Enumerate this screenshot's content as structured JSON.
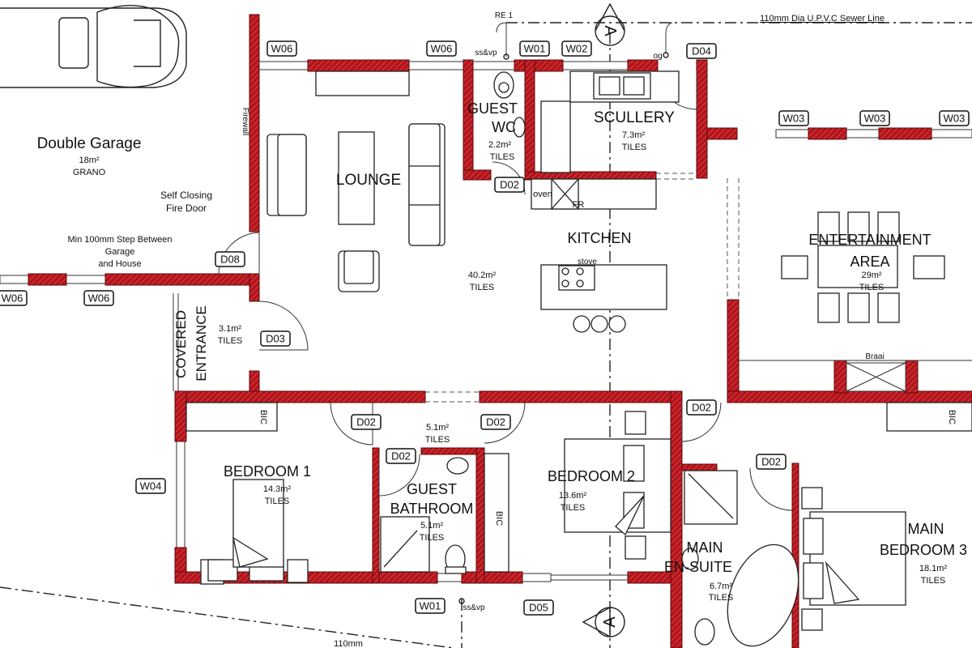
{
  "colors": {
    "wall": "#b3141b",
    "hatch": "#e05050",
    "line": "#222222",
    "background": "#ffffff"
  },
  "annotations": {
    "sewer_top": "110mm Dia U.P.V.C Sewer Line",
    "sewer_bottom": "110mm",
    "re1": "RE 1",
    "ssvp_top": "ss&vp",
    "og": "og",
    "ssvp_bottom": "ss&vp",
    "firewall": "Firewall",
    "fire_door_1": "Self Closing",
    "fire_door_2": "Fire Door",
    "step_1": "Min 100mm Step Between",
    "step_2": "Garage",
    "step_3": "and House",
    "oven": "oven",
    "fridge": "FR",
    "stove": "stove",
    "braai": "Braai",
    "section_marker": "A"
  },
  "rooms": {
    "garage": {
      "name": "Double Garage",
      "area": "18m²",
      "finish": "GRANO"
    },
    "lounge": {
      "name": "LOUNGE",
      "area": "40.2m²",
      "finish": "TILES"
    },
    "guest_wc": {
      "name1": "GUEST",
      "name2": "WC",
      "area": "2.2m²",
      "finish": "TILES"
    },
    "scullery": {
      "name": "SCULLERY",
      "area": "7.3m²",
      "finish": "TILES"
    },
    "kitchen": {
      "name": "KITCHEN"
    },
    "entertainment": {
      "name1": "ENTERTAINMENT",
      "name2": "AREA",
      "area": "29m²",
      "finish": "TILES"
    },
    "entrance": {
      "name1": "COVERED",
      "name2": "ENTRANCE",
      "area": "3.1m²",
      "finish": "TILES"
    },
    "passage": {
      "area": "5.1m²",
      "finish": "TILES"
    },
    "bedroom1": {
      "name": "BEDROOM 1",
      "area": "14.3m²",
      "finish": "TILES"
    },
    "guest_bath": {
      "name1": "GUEST",
      "name2": "BATHROOM",
      "area": "5.1m²",
      "finish": "TILES"
    },
    "bedroom2": {
      "name": "BEDROOM 2",
      "area": "13.6m²",
      "finish": "TILES"
    },
    "ensuite": {
      "name1": "MAIN",
      "name2": "EN-SUITE",
      "area": "6.7m²",
      "finish": "TILES"
    },
    "bedroom3": {
      "name1": "MAIN",
      "name2": "BEDROOM 3",
      "area": "18.1m²",
      "finish": "TILES"
    },
    "bic": "BIC"
  },
  "tags": [
    "W06",
    "W06",
    "W01",
    "W02",
    "D04",
    "W03",
    "W03",
    "W03",
    "D02",
    "D08",
    "W06",
    "W06",
    "D03",
    "D02",
    "D02",
    "D02",
    "D02",
    "D02",
    "W04",
    "W01",
    "D05"
  ]
}
